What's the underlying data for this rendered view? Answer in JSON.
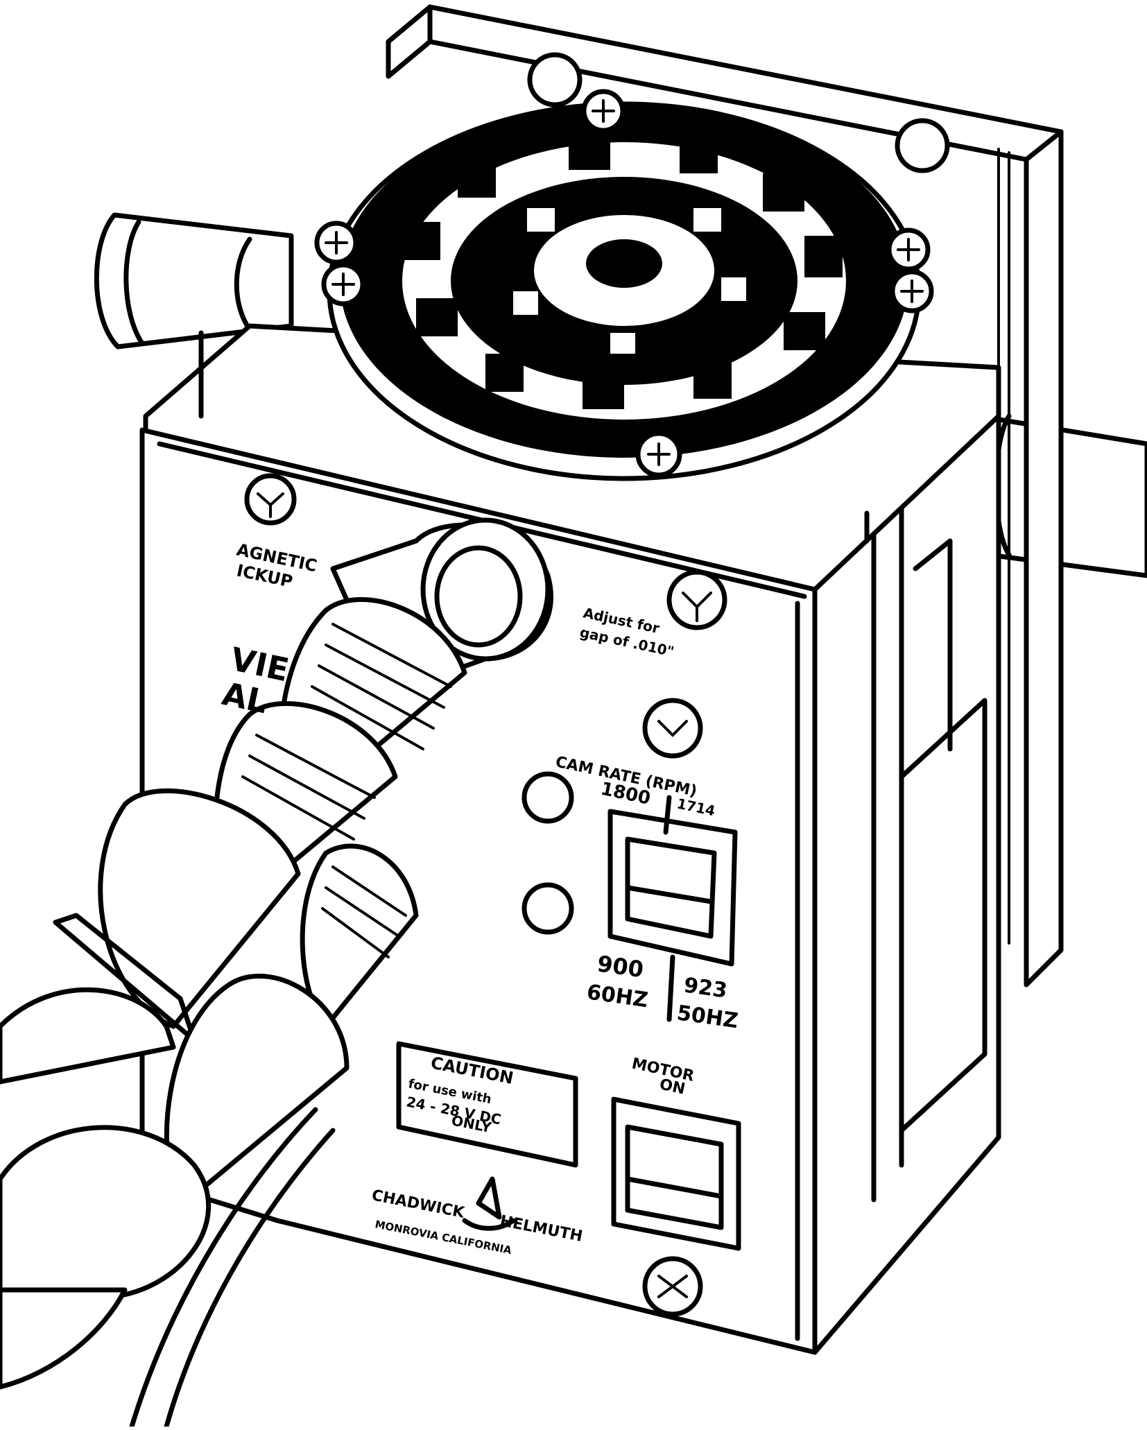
{
  "labels": {
    "magnetic_pickup_line1": "AGNETIC",
    "magnetic_pickup_line2": "ICKUP",
    "adjust_line1": "Adjust for",
    "adjust_line2": "gap of .010\"",
    "cam_rate": "CAM RATE (RPM)",
    "rate_1800": "1800",
    "rate_1714": "1714",
    "rate_900": "900",
    "hz_60": "60HZ",
    "rate_923": "923",
    "hz_50": "50HZ",
    "motor_line1": "MOTOR",
    "motor_line2": "ON",
    "caution_title": "CAUTION",
    "caution_line1": "for use with",
    "caution_line2": "24 - 28 V DC",
    "caution_line3": "ONLY",
    "brand_left": "CHADWICK",
    "brand_right": "HELMUTH",
    "brand_location": "MONROVIA CALIFORNIA",
    "partial_label_1": "VIE",
    "partial_label_2": "AL"
  },
  "icons": {
    "timing_disc": "timing-cam-disc-icon",
    "connector": "circular-connector-icon"
  },
  "colors": {
    "ink": "#000000",
    "paper": "#ffffff"
  }
}
